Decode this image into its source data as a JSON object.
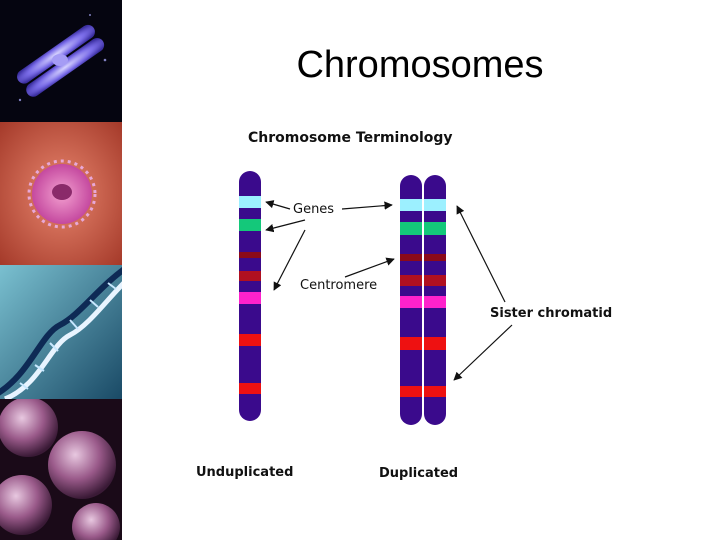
{
  "slide": {
    "title": "Chromosomes"
  },
  "sidebar": {
    "images": [
      {
        "icon": "chromosome-micrograph"
      },
      {
        "icon": "cell-micrograph"
      },
      {
        "icon": "dna-helix"
      },
      {
        "icon": "cells-micrograph"
      }
    ]
  },
  "diagram": {
    "heading": "Chromosome Terminology",
    "labels": {
      "genes": "Genes",
      "centromere": "Centromere",
      "sister_chromatid": "Sister chromatid",
      "unduplicated": "Unduplicated",
      "duplicated": "Duplicated"
    },
    "colors": {
      "chromosome": "#3a0a8c",
      "band_cyan": "#9cf0ff",
      "band_green": "#14c87a",
      "band_darkred": "#8b0a1a",
      "band_red": "#ee1111",
      "band_magenta": "#ff22cc"
    }
  }
}
